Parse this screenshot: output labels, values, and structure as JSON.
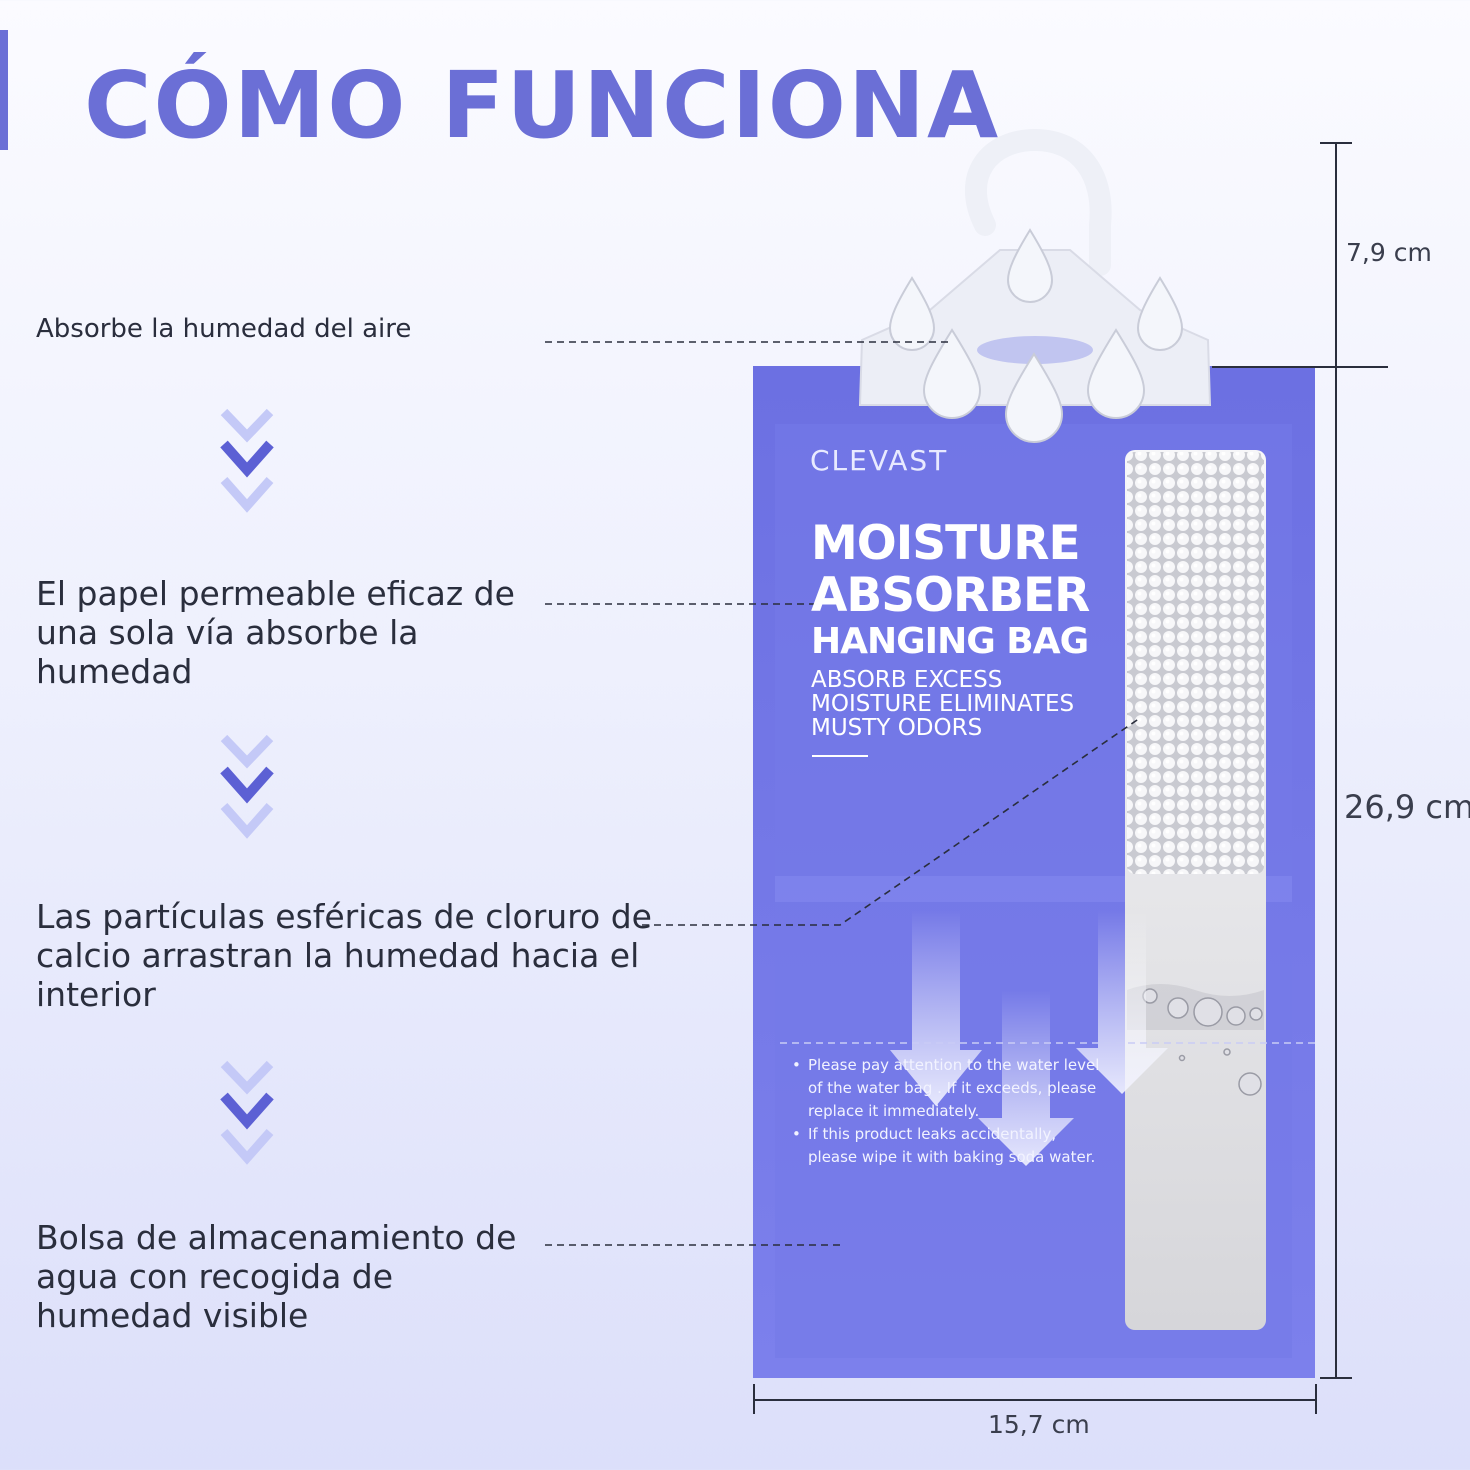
{
  "header": {
    "title": "CÓMO FUNCIONA"
  },
  "steps": [
    {
      "text": "Absorbe la humedad del aire"
    },
    {
      "text": "El papel permeable eficaz de una sola vía absorbe la humedad"
    },
    {
      "text": "Las partículas esféricas de cloruro de calcio arrastran la humedad hacia el interior"
    },
    {
      "text": "Bolsa de almacenamiento de agua con recogida de humedad visible"
    }
  ],
  "product": {
    "brand": "CLEVAST",
    "headline_1": "MOISTURE",
    "headline_2": "ABSORBER",
    "headline_3": "HANGING BAG",
    "sub_1": "ABSORB EXCESS",
    "sub_2": "MOISTURE ELIMINATES",
    "sub_3": "MUSTY ODORS",
    "notes": [
      "Please pay attention to the water level of the water bag . If it exceeds, please replace it immediately.",
      "If this product leaks accidentally, please wipe it with baking soda water."
    ]
  },
  "dimensions": {
    "hook_height": "7,9 cm",
    "total_height": "26,9 cm",
    "width": "15,7 cm"
  },
  "colors": {
    "accent": "#6b6fd6",
    "bag": "#7478e6",
    "arrow": "#6a6ee0"
  }
}
